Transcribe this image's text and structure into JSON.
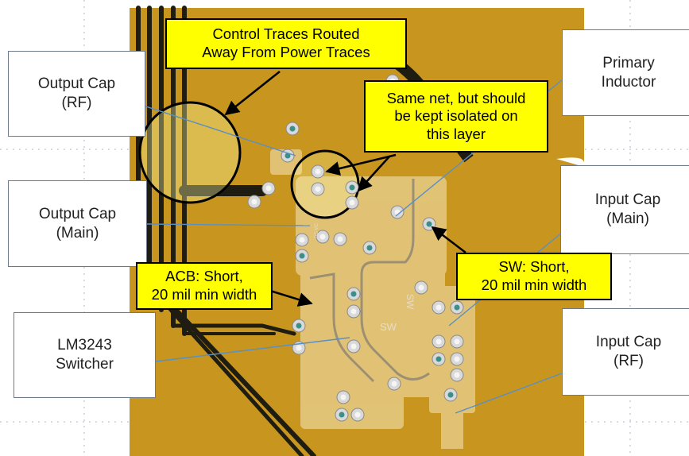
{
  "callouts": {
    "output_cap_rf": "Output Cap\n(RF)",
    "output_cap_main": "Output Cap\n(Main)",
    "lm3243_switcher": "LM3243\nSwitcher",
    "primary_inductor": "Primary\nInductor",
    "input_cap_main": "Input Cap\n(Main)",
    "input_cap_rf": "Input Cap\n(RF)"
  },
  "notes": {
    "control_traces": "Control Traces Routed\nAway From Power Traces",
    "same_net": "Same net, but should\nbe kept isolated on\nthis layer",
    "acb": "ACB: Short,\n20 mil min width",
    "sw": "SW: Short,\n20 mil min width"
  },
  "silkscreen": {
    "sw_vertical": "SW",
    "sw_horizontal": "SW",
    "dc_label": "DC VC"
  },
  "colors": {
    "board": "#c8961e",
    "pad_overlay": "#e8cf8e",
    "trace_dark": "#1f1c12",
    "note_fill": "#ffff00",
    "callout_border": "#6d7a8c",
    "leader_line": "#5a8fc4"
  }
}
